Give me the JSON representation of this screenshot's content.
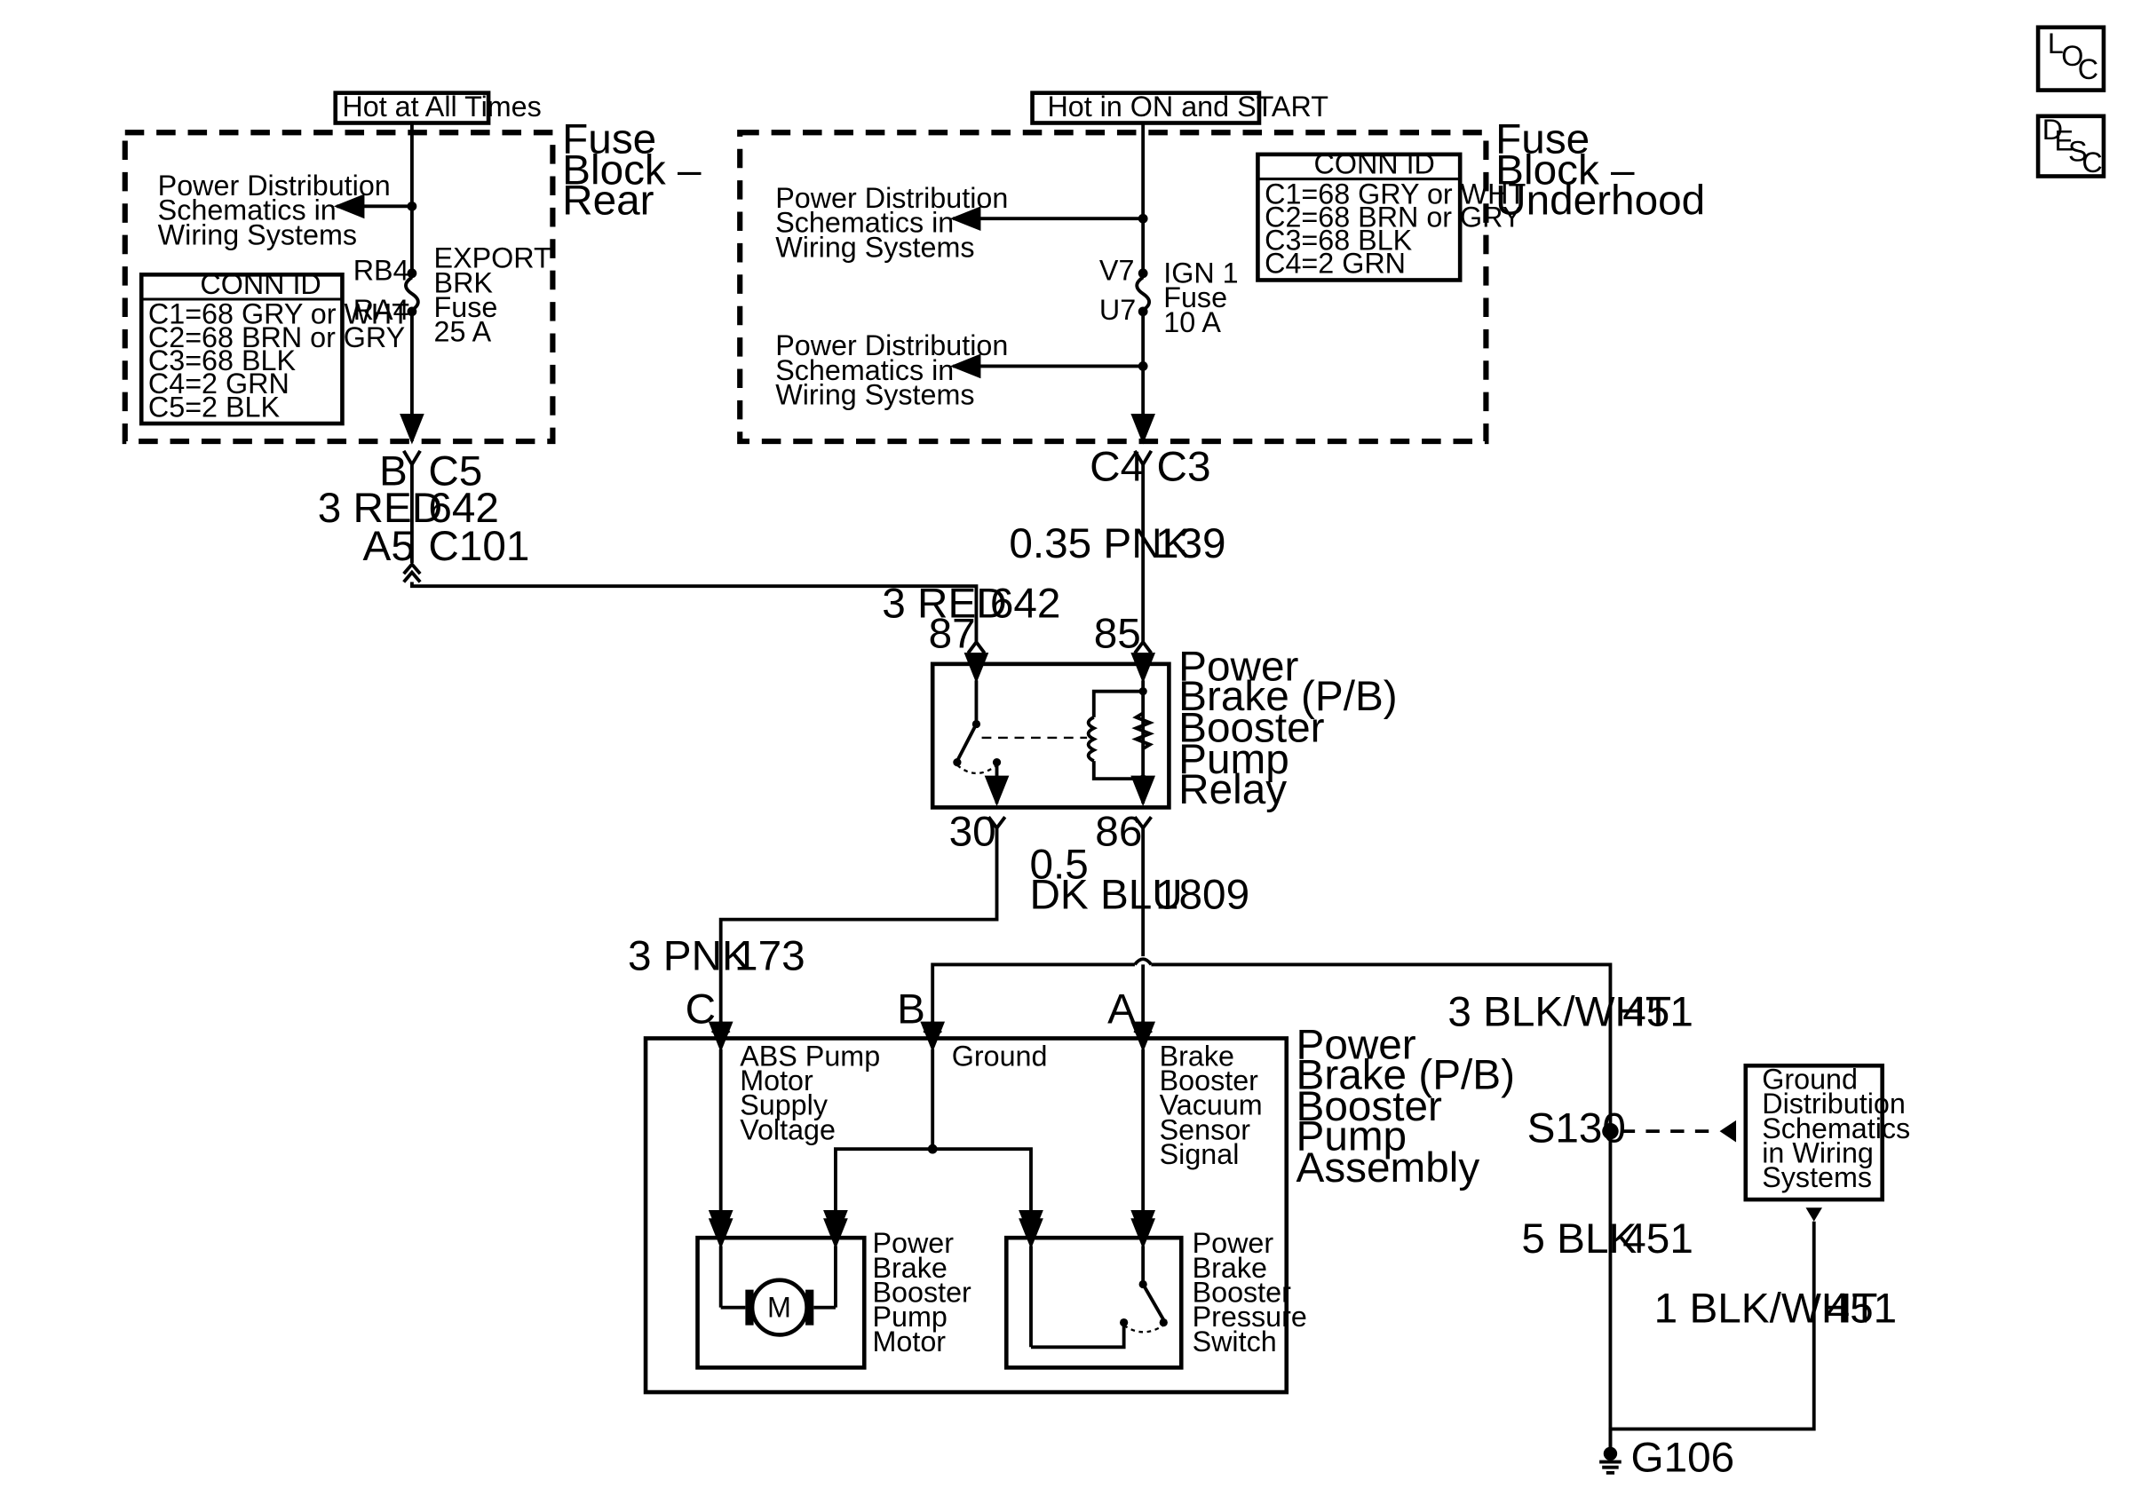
{
  "side_buttons": {
    "loc": {
      "l": "L",
      "o": "O",
      "c": "C"
    },
    "desc": {
      "d": "D",
      "e": "E",
      "s": "S",
      "c": "C"
    }
  },
  "rear_block": {
    "hot_label": "Hot at All Times",
    "name": [
      "Fuse",
      "Block –",
      "Rear"
    ],
    "pds": [
      "Power Distribution",
      "Schematics in",
      "Wiring Systems"
    ],
    "conn_title": "CONN ID",
    "conn": [
      "C1=68 GRY or WHT",
      "C2=68 BRN or GRY",
      "C3=68 BLK",
      "C4=2 GRN",
      "C5=2 BLK"
    ],
    "pin_top": "RB4",
    "pin_bot": "RA4",
    "fuse": [
      "EXPORT",
      "BRK",
      "Fuse",
      "25 A"
    ]
  },
  "under_block": {
    "hot_label": "Hot in ON and START",
    "name": [
      "Fuse",
      "Block –",
      "Underhood"
    ],
    "pds1": [
      "Power Distribution",
      "Schematics in",
      "Wiring Systems"
    ],
    "pds2": [
      "Power Distribution",
      "Schematics in",
      "Wiring Systems"
    ],
    "conn_title": "CONN ID",
    "conn": [
      "C1=68 GRY or WHT",
      "C2=68 BRN or GRY",
      "C3=68 BLK",
      "C4=2 GRN"
    ],
    "pin_top": "V7",
    "pin_bot": "U7",
    "fuse": [
      "IGN 1",
      "Fuse",
      "10 A"
    ]
  },
  "rear_out": {
    "pin": "B",
    "conn": "C5",
    "wire": "3 RED",
    "circuit": "642",
    "inline_pin": "A5",
    "inline_conn": "C101"
  },
  "under_out": {
    "pin_left": "C4",
    "pin_right": "C3",
    "wire": "0.35 PNK",
    "circuit": "139"
  },
  "relay": {
    "name": [
      "Power",
      "Brake (P/B)",
      "Booster",
      "Pump",
      "Relay"
    ],
    "wire_87": "3 RED",
    "circuit_87": "642",
    "pin_87": "87",
    "pin_85": "85",
    "pin_30": "30",
    "pin_86": "86"
  },
  "wire_1809": {
    "size": "0.5",
    "color": "DK BLU",
    "circuit": "1809"
  },
  "wire_173": {
    "wire": "3 PNK",
    "circuit": "173"
  },
  "assembly": {
    "name": [
      "Power",
      "Brake (P/B)",
      "Booster",
      "Pump",
      "Assembly"
    ],
    "pin_c": "C",
    "pin_b": "B",
    "pin_a": "A",
    "abs": [
      "ABS Pump",
      "Motor",
      "Supply",
      "Voltage"
    ],
    "ground": "Ground",
    "sensor": [
      "Brake",
      "Booster",
      "Vacuum",
      "Sensor",
      "Signal"
    ],
    "motor": [
      "Power",
      "Brake",
      "Booster",
      "Pump",
      "Motor"
    ],
    "motor_symbol": "M",
    "switch": [
      "Power",
      "Brake",
      "Booster",
      "Pressure",
      "Switch"
    ]
  },
  "ground_side": {
    "wire_451a": "3 BLK/WHT",
    "circuit_451a": "451",
    "splice": "S130",
    "wire_451b": "5 BLK",
    "circuit_451b": "451",
    "wire_451c": "1 BLK/WHT",
    "circuit_451c": "451",
    "gds": [
      "Ground",
      "Distribution",
      "Schematics",
      "in Wiring",
      "Systems"
    ],
    "ground_point": "G106"
  }
}
